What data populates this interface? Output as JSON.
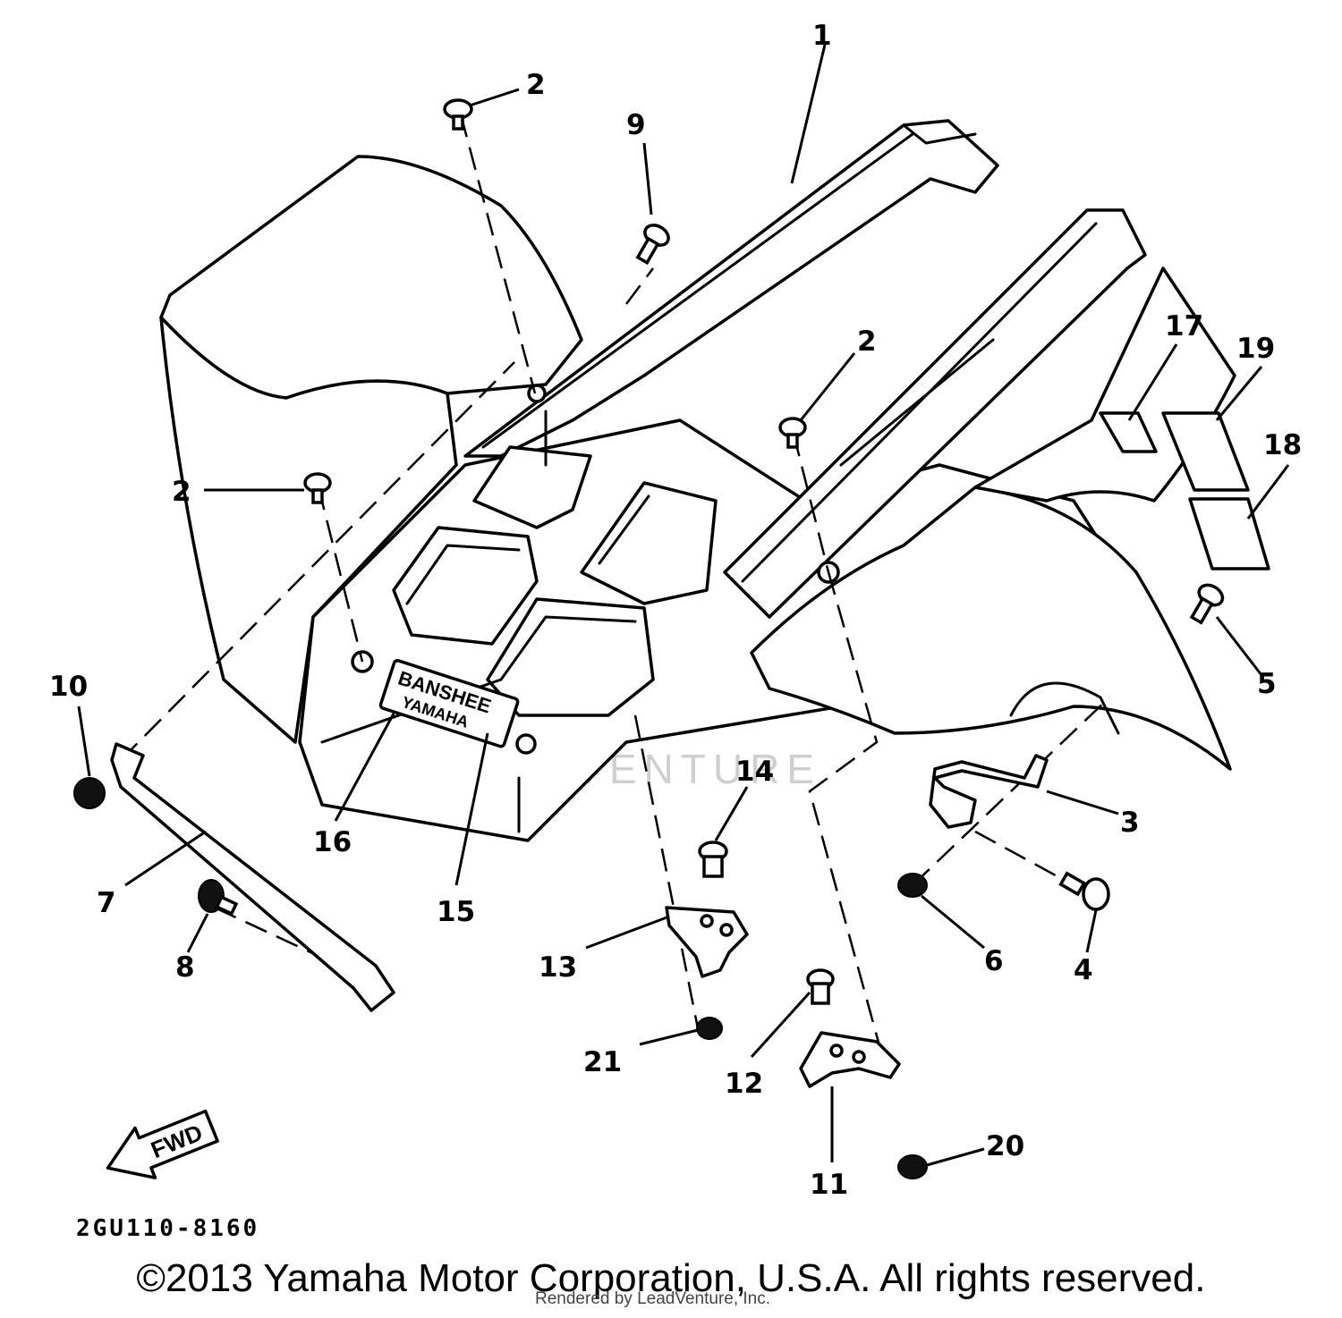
{
  "callouts": [
    {
      "id": "1",
      "label": "1"
    },
    {
      "id": "2a",
      "label": "2"
    },
    {
      "id": "2b",
      "label": "2"
    },
    {
      "id": "2c",
      "label": "2"
    },
    {
      "id": "3",
      "label": "3"
    },
    {
      "id": "4",
      "label": "4"
    },
    {
      "id": "5",
      "label": "5"
    },
    {
      "id": "6",
      "label": "6"
    },
    {
      "id": "7",
      "label": "7"
    },
    {
      "id": "8",
      "label": "8"
    },
    {
      "id": "9",
      "label": "9"
    },
    {
      "id": "10",
      "label": "10"
    },
    {
      "id": "11",
      "label": "11"
    },
    {
      "id": "12",
      "label": "12"
    },
    {
      "id": "13",
      "label": "13"
    },
    {
      "id": "14",
      "label": "14"
    },
    {
      "id": "15",
      "label": "15"
    },
    {
      "id": "16",
      "label": "16"
    },
    {
      "id": "17",
      "label": "17"
    },
    {
      "id": "18",
      "label": "18"
    },
    {
      "id": "19",
      "label": "19"
    },
    {
      "id": "20",
      "label": "20"
    },
    {
      "id": "21",
      "label": "21"
    }
  ],
  "emblem": {
    "line1": "BANSHEE",
    "line2": "YAMAHA"
  },
  "fwd_label": "FWD",
  "diagram_code": "2GU110-8160",
  "watermark": "LEADVENTURE",
  "copyright": "©2013 Yamaha Motor Corporation, U.S.A. All rights reserved.",
  "rendered_by": "Rendered by LeadVenture, Inc."
}
